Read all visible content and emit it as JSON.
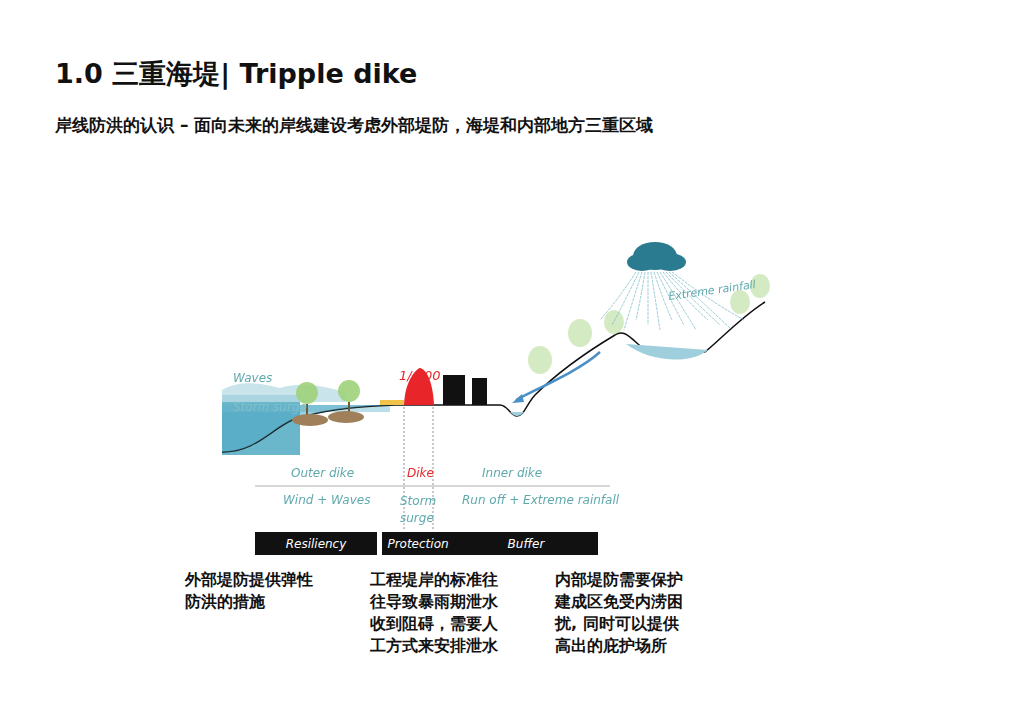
{
  "diagram": {
    "title": "1.0 三重海堤| Tripple dike",
    "nodes": [
      {
        "text": [
          "Resiliency"
        ]
      },
      {
        "text": [
          "Protection"
        ]
      },
      {
        "text": [
          "Buffer"
        ]
      }
    ],
    "labels": [
      "岸线防洪的认识 – 面向未来的岸线建设考虑外部堤防，海堤和内部地方三重区域",
      "Waves",
      "Storm surge",
      "1/ 200",
      "Extreme rainfall",
      "Outer dike",
      "Dike",
      "Inner dike",
      "Wind + Waves",
      "Storm surge",
      "Run off + Extreme rainfall",
      "外部堤防提供弹性 防洪的措施",
      "工程堤岸的标准往 往导致暴雨期泄水 收到阻碍，需要人 工方式来安排泄水",
      "内部堤防需要保护 建成区免受内涝困 扰, 同时可以提供 高出的庇护场所"
    ]
  }
}
